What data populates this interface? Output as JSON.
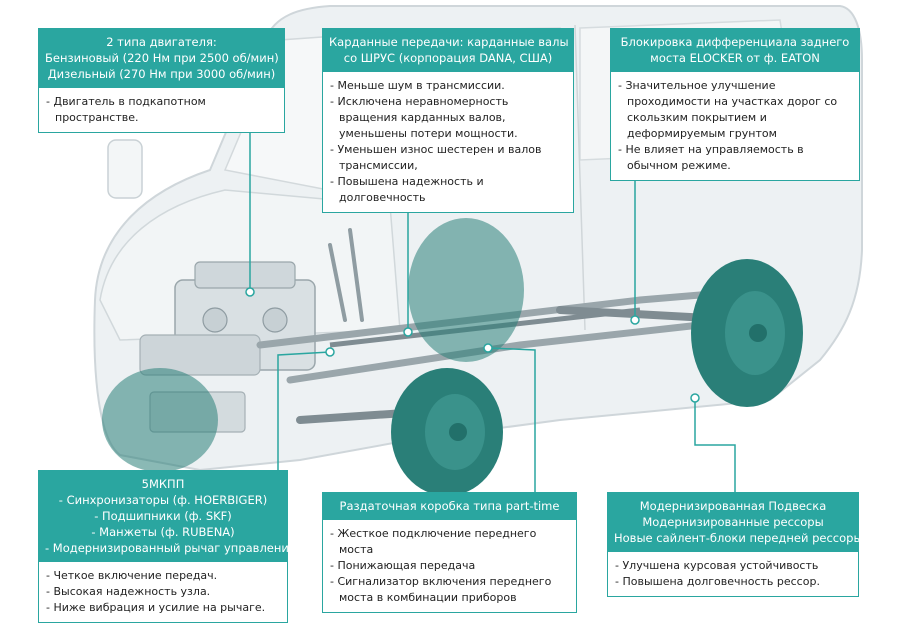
{
  "colors": {
    "accent": "#2aa6a0",
    "wheel": "#2a7f78",
    "body": "#e9eef0"
  },
  "callouts": {
    "engine": {
      "header": [
        "2 типа двигателя:",
        "Бензиновый (220 Нм при 2500 об/мин)",
        "Дизельный (270 Нм при 3000 об/мин)"
      ],
      "items": [
        "Двигатель в подкапотном пространстве."
      ]
    },
    "driveshaft": {
      "header": [
        "Карданные передачи: карданные валы",
        "со ШРУС (корпорация DANA, США)"
      ],
      "items": [
        "Меньше шум в трансмиссии.",
        "Исключена неравномерность вращения карданных валов, уменьшены потери мощности.",
        "Уменьшен износ шестерен и валов трансмиссии,",
        "Повышена надежность и долговечность"
      ]
    },
    "locker": {
      "header": [
        "Блокировка дифференциала заднего",
        "моста ELOCKER от ф. EATON"
      ],
      "items": [
        "Значительное улучшение проходимости на участках дорог со скользким покрытием и деформируемым грунтом",
        "Не влияет на управляемость в обычном режиме."
      ]
    },
    "gearbox": {
      "header": [
        "5МКПП",
        "- Синхронизаторы (ф. HOERBIGER)",
        "- Подшипники (ф. SKF)",
        "- Манжеты (ф. RUBENA)",
        "- Модернизированный рычаг управления"
      ],
      "items": [
        "Четкое включение передач.",
        "Высокая надежность узла.",
        "Ниже вибрация и усилие на рычаге."
      ]
    },
    "transfer": {
      "header": [
        "Раздаточная коробка типа part-time"
      ],
      "items": [
        "Жесткое подключение переднего моста",
        "Понижающая передача",
        "Сигнализатор включения переднего моста в комбинации приборов"
      ]
    },
    "suspension": {
      "header": [
        "Модернизированная Подвеска",
        "Модернизированные рессоры",
        "Новые сайлент-блоки передней рессоры"
      ],
      "items": [
        "Улучшена курсовая устойчивость",
        "Повышена долговечность рессор."
      ]
    }
  }
}
